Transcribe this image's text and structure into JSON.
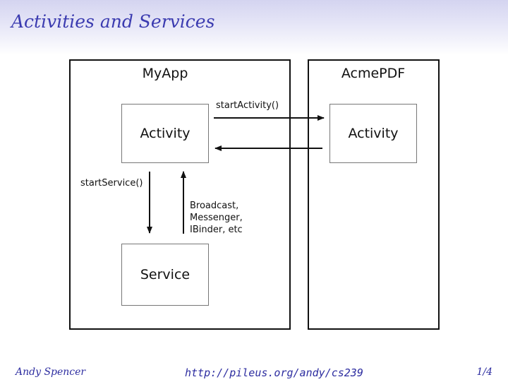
{
  "slide": {
    "title": "Activities and Services"
  },
  "diagram": {
    "myapp": {
      "label": "MyApp",
      "activity": "Activity",
      "service": "Service"
    },
    "acmepdf": {
      "label": "AcmePDF",
      "activity": "Activity"
    },
    "edges": {
      "start_activity": "startActivity()",
      "start_service": "startService()",
      "callback_lines": [
        "Broadcast,",
        "Messenger,",
        "IBinder, etc"
      ]
    }
  },
  "footer": {
    "author": "Andy Spencer",
    "url": "http://pileus.org/andy/cs239",
    "page": "1/4"
  }
}
